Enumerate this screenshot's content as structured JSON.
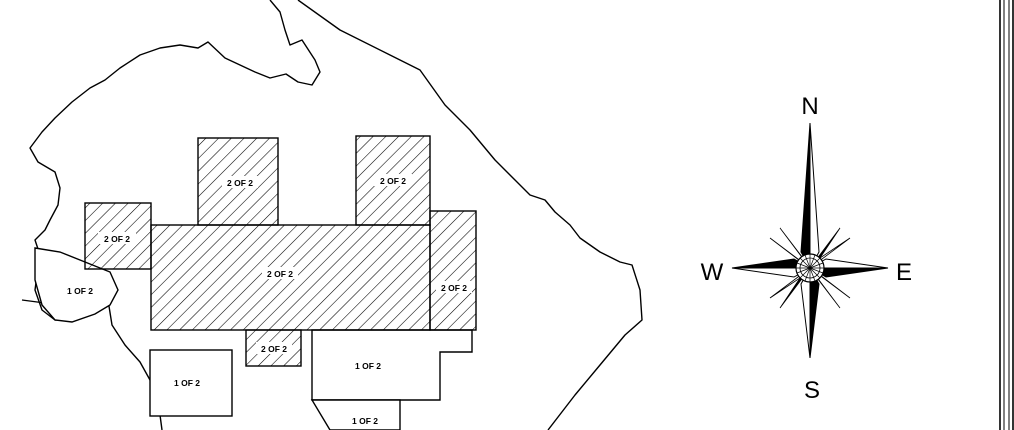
{
  "map": {
    "sheet_labels": {
      "hatch_top_left": "2 OF 2",
      "hatch_top_right": "2 OF 2",
      "hatch_left": "2 OF 2",
      "hatch_center": "2 OF 2",
      "hatch_right": "2 OF 2",
      "hatch_small": "2 OF 2",
      "plain_far_left": "1 OF 2",
      "plain_bottom_left": "1 OF 2",
      "plain_bottom_center": "1 OF 2",
      "plain_bottom_lower": "1 OF 2"
    },
    "line_color": "#000000",
    "hatch_color": "#000000"
  },
  "compass": {
    "north": "N",
    "south": "S",
    "east": "E",
    "west": "W"
  }
}
